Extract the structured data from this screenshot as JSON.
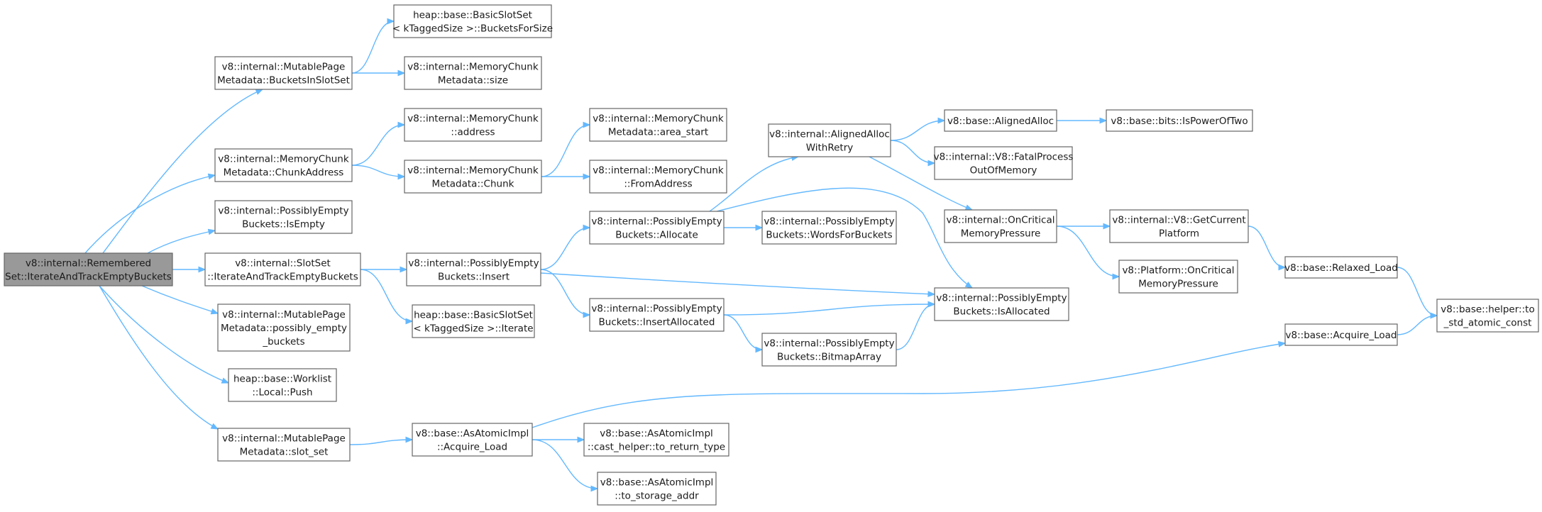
{
  "graph": {
    "nodes": [
      {
        "id": "root",
        "lines": [
          "v8::internal::Remembered",
          "Set::IterateAndTrackEmptyBuckets"
        ],
        "root": true
      },
      {
        "id": "mp_bucketsinslotset",
        "lines": [
          "v8::internal::MutablePage",
          "Metadata::BucketsInSlotSet"
        ]
      },
      {
        "id": "mc_chunkaddress",
        "lines": [
          "v8::internal::MemoryChunk",
          "Metadata::ChunkAddress"
        ]
      },
      {
        "id": "peb_isempty",
        "lines": [
          "v8::internal::PossiblyEmpty",
          "Buckets::IsEmpty"
        ]
      },
      {
        "id": "slotset_iterate",
        "lines": [
          "v8::internal::SlotSet",
          "::IterateAndTrackEmptyBuckets"
        ]
      },
      {
        "id": "mp_possibly_empty",
        "lines": [
          "v8::internal::MutablePage",
          "Metadata::possibly_empty",
          "_buckets"
        ]
      },
      {
        "id": "worklist_push",
        "lines": [
          "heap::base::Worklist",
          "::Local::Push"
        ]
      },
      {
        "id": "mp_slot_set",
        "lines": [
          "v8::internal::MutablePage",
          "Metadata::slot_set"
        ]
      },
      {
        "id": "bss_bucketsforsize",
        "lines": [
          "heap::base::BasicSlotSet",
          "< kTaggedSize >::BucketsForSize"
        ]
      },
      {
        "id": "mc_size",
        "lines": [
          "v8::internal::MemoryChunk",
          "Metadata::size"
        ]
      },
      {
        "id": "mc_address",
        "lines": [
          "v8::internal::MemoryChunk",
          "::address"
        ]
      },
      {
        "id": "mc_chunk",
        "lines": [
          "v8::internal::MemoryChunk",
          "Metadata::Chunk"
        ]
      },
      {
        "id": "peb_insert",
        "lines": [
          "v8::internal::PossiblyEmpty",
          "Buckets::Insert"
        ]
      },
      {
        "id": "bss_iterate",
        "lines": [
          "heap::base::BasicSlotSet",
          "< kTaggedSize >::Iterate"
        ]
      },
      {
        "id": "aai_acquire_load",
        "lines": [
          "v8::base::AsAtomicImpl",
          "::Acquire_Load"
        ]
      },
      {
        "id": "mc_area_start",
        "lines": [
          "v8::internal::MemoryChunk",
          "Metadata::area_start"
        ]
      },
      {
        "id": "mc_fromaddress",
        "lines": [
          "v8::internal::MemoryChunk",
          "::FromAddress"
        ]
      },
      {
        "id": "peb_allocate",
        "lines": [
          "v8::internal::PossiblyEmpty",
          "Buckets::Allocate"
        ]
      },
      {
        "id": "peb_insertallocated",
        "lines": [
          "v8::internal::PossiblyEmpty",
          "Buckets::InsertAllocated"
        ]
      },
      {
        "id": "aai_cast_helper",
        "lines": [
          "v8::base::AsAtomicImpl",
          "::cast_helper::to_return_type"
        ]
      },
      {
        "id": "aai_to_storage",
        "lines": [
          "v8::base::AsAtomicImpl",
          "::to_storage_addr"
        ]
      },
      {
        "id": "aligned_alloc_retry",
        "lines": [
          "v8::internal::AlignedAlloc",
          "WithRetry"
        ]
      },
      {
        "id": "peb_wordsforbuckets",
        "lines": [
          "v8::internal::PossiblyEmpty",
          "Buckets::WordsForBuckets"
        ]
      },
      {
        "id": "peb_bitmaparray",
        "lines": [
          "v8::internal::PossiblyEmpty",
          "Buckets::BitmapArray"
        ]
      },
      {
        "id": "base_alignedalloc",
        "lines": [
          "v8::base::AlignedAlloc"
        ]
      },
      {
        "id": "v8_fatal",
        "lines": [
          "v8::internal::V8::FatalProcess",
          "OutOfMemory"
        ]
      },
      {
        "id": "oncritical_mem",
        "lines": [
          "v8::internal::OnCritical",
          "MemoryPressure"
        ]
      },
      {
        "id": "peb_isallocated",
        "lines": [
          "v8::internal::PossiblyEmpty",
          "Buckets::IsAllocated"
        ]
      },
      {
        "id": "ispoweroftwo",
        "lines": [
          "v8::base::bits::IsPowerOfTwo"
        ]
      },
      {
        "id": "getcurrentplatform",
        "lines": [
          "v8::internal::V8::GetCurrent",
          "Platform"
        ]
      },
      {
        "id": "platform_oncritical",
        "lines": [
          "v8::Platform::OnCritical",
          "MemoryPressure"
        ]
      },
      {
        "id": "relaxed_load",
        "lines": [
          "v8::base::Relaxed_Load"
        ]
      },
      {
        "id": "acquire_load",
        "lines": [
          "v8::base::Acquire_Load"
        ]
      },
      {
        "id": "to_std_atomic_const",
        "lines": [
          "v8::base::helper::to",
          "_std_atomic_const"
        ]
      }
    ],
    "edges": [
      [
        "root",
        "mp_bucketsinslotset"
      ],
      [
        "root",
        "mc_chunkaddress"
      ],
      [
        "root",
        "peb_isempty"
      ],
      [
        "root",
        "slotset_iterate"
      ],
      [
        "root",
        "mp_possibly_empty"
      ],
      [
        "root",
        "worklist_push"
      ],
      [
        "root",
        "mp_slot_set"
      ],
      [
        "mp_bucketsinslotset",
        "bss_bucketsforsize"
      ],
      [
        "mp_bucketsinslotset",
        "mc_size"
      ],
      [
        "mc_chunkaddress",
        "mc_address"
      ],
      [
        "mc_chunkaddress",
        "mc_chunk"
      ],
      [
        "mc_chunk",
        "mc_area_start"
      ],
      [
        "mc_chunk",
        "mc_fromaddress"
      ],
      [
        "slotset_iterate",
        "peb_insert"
      ],
      [
        "slotset_iterate",
        "bss_iterate"
      ],
      [
        "peb_insert",
        "peb_allocate"
      ],
      [
        "peb_insert",
        "peb_insertallocated"
      ],
      [
        "peb_insert",
        "peb_isallocated"
      ],
      [
        "peb_allocate",
        "aligned_alloc_retry"
      ],
      [
        "peb_allocate",
        "peb_wordsforbuckets"
      ],
      [
        "peb_allocate",
        "peb_isallocated"
      ],
      [
        "peb_insertallocated",
        "peb_isallocated"
      ],
      [
        "peb_insertallocated",
        "peb_bitmaparray"
      ],
      [
        "peb_bitmaparray",
        "peb_isallocated"
      ],
      [
        "aligned_alloc_retry",
        "base_alignedalloc"
      ],
      [
        "aligned_alloc_retry",
        "v8_fatal"
      ],
      [
        "aligned_alloc_retry",
        "oncritical_mem"
      ],
      [
        "base_alignedalloc",
        "ispoweroftwo"
      ],
      [
        "oncritical_mem",
        "getcurrentplatform"
      ],
      [
        "oncritical_mem",
        "platform_oncritical"
      ],
      [
        "getcurrentplatform",
        "relaxed_load"
      ],
      [
        "relaxed_load",
        "to_std_atomic_const"
      ],
      [
        "acquire_load",
        "to_std_atomic_const"
      ],
      [
        "mp_slot_set",
        "aai_acquire_load"
      ],
      [
        "aai_acquire_load",
        "acquire_load"
      ],
      [
        "aai_acquire_load",
        "aai_cast_helper"
      ],
      [
        "aai_acquire_load",
        "aai_to_storage"
      ]
    ]
  }
}
